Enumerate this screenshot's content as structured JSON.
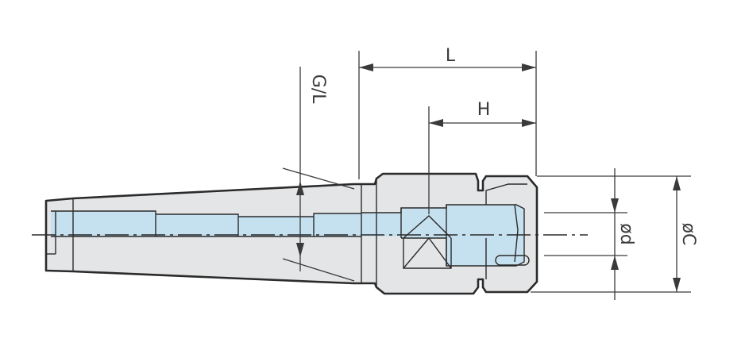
{
  "labels": {
    "total_length": "L",
    "collet_length": "H",
    "taper_gauge": "G/L",
    "bore_diameter": "ød",
    "outer_diameter": "øC"
  },
  "colors": {
    "line": "#2b2b2b",
    "body": "#e4e5e6",
    "bore": "#c5e0ef"
  }
}
